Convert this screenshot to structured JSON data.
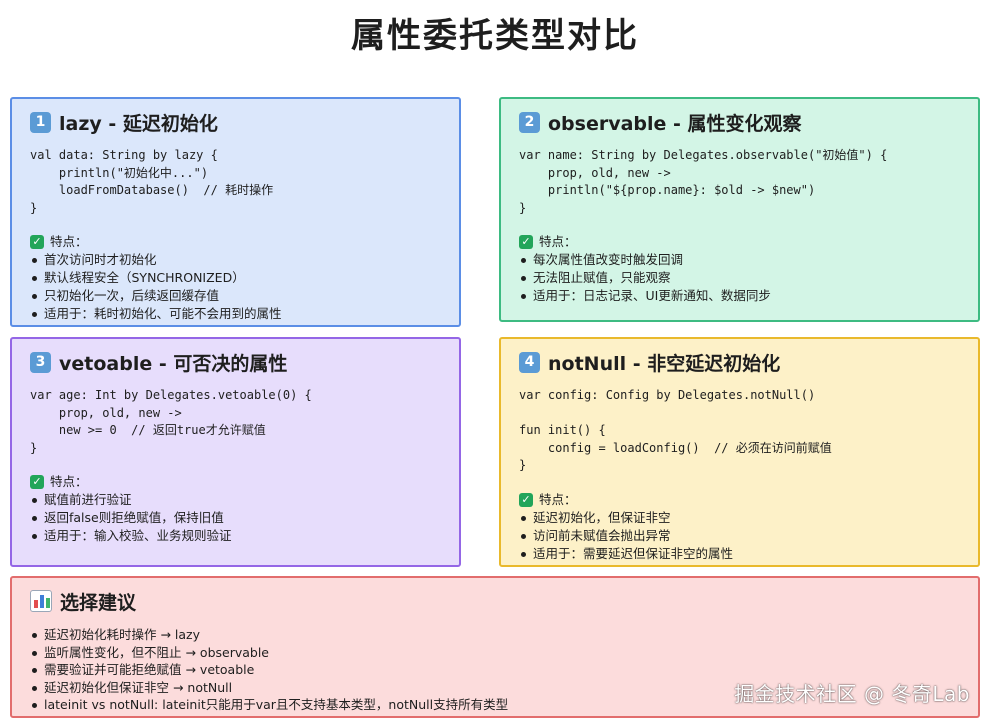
{
  "title": "属性委托类型对比",
  "features_label": "特点：",
  "boxes": {
    "lazy": {
      "number": "1",
      "title": "lazy - 延迟初始化",
      "code": "val data: String by lazy {\n    println(\"初始化中...\")\n    loadFromDatabase()  // 耗时操作\n}",
      "items": [
        "首次访问时才初始化",
        "默认线程安全（SYNCHRONIZED）",
        "只初始化一次，后续返回缓存值",
        "适用于：耗时初始化、可能不会用到的属性"
      ]
    },
    "observable": {
      "number": "2",
      "title": "observable - 属性变化观察",
      "code": "var name: String by Delegates.observable(\"初始值\") {\n    prop, old, new ->\n    println(\"${prop.name}: $old -> $new\")\n}",
      "items": [
        "每次属性值改变时触发回调",
        "无法阻止赋值，只能观察",
        "适用于：日志记录、UI更新通知、数据同步"
      ]
    },
    "vetoable": {
      "number": "3",
      "title": "vetoable - 可否决的属性",
      "code": "var age: Int by Delegates.vetoable(0) {\n    prop, old, new ->\n    new >= 0  // 返回true才允许赋值\n}",
      "items": [
        "赋值前进行验证",
        "返回false则拒绝赋值，保持旧值",
        "适用于：输入校验、业务规则验证"
      ]
    },
    "notnull": {
      "number": "4",
      "title": "notNull - 非空延迟初始化",
      "code": "var config: Config by Delegates.notNull()\n\nfun init() {\n    config = loadConfig()  // 必须在访问前赋值\n}",
      "items": [
        "延迟初始化，但保证非空",
        "访问前未赋值会抛出异常",
        "适用于：需要延迟但保证非空的属性"
      ]
    },
    "choose": {
      "title": "选择建议",
      "items": [
        "延迟初始化耗时操作 → lazy",
        "监听属性变化，但不阻止 → observable",
        "需要验证并可能拒绝赋值 → vetoable",
        "延迟初始化但保证非空 → notNull",
        "lateinit vs notNull: lateinit只能用于var且不支持基本类型，notNull支持所有类型"
      ]
    }
  },
  "watermark": "掘金技术社区 @ 冬奇Lab",
  "colors": {
    "lazy_bg": "#dbe7fb",
    "lazy_border": "#5b8ee6",
    "observable_bg": "#d3f5e6",
    "observable_border": "#3dbb82",
    "vetoable_bg": "#e7ddfc",
    "vetoable_border": "#9466e6",
    "notnull_bg": "#fdf1c8",
    "notnull_border": "#e9b92c",
    "choose_bg": "#fcdcdc",
    "choose_border": "#e26d6d"
  },
  "icons": {
    "number_badge": "keycap-number-icon",
    "features": "check-mark-icon",
    "choose": "bar-chart-icon"
  }
}
